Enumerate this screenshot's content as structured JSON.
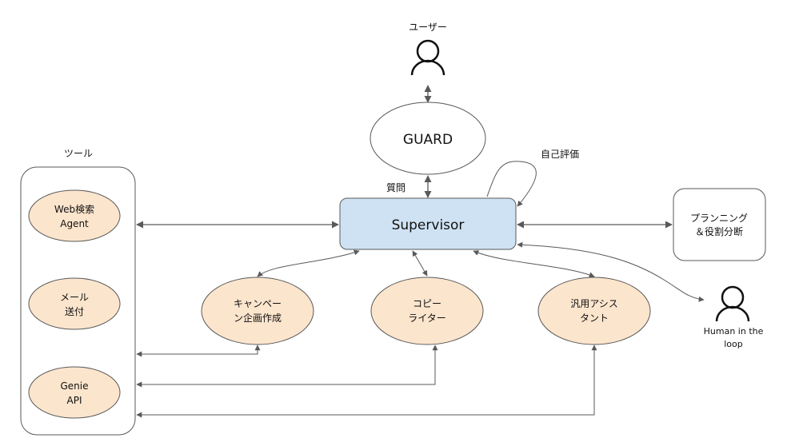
{
  "nodes": {
    "user": {
      "label": "ユーザー",
      "icon": "person-icon"
    },
    "guard": {
      "label": "GUARD"
    },
    "supervisor": {
      "label": "Supervisor",
      "fill": "#cfe2f3"
    },
    "planning": {
      "line1": "プランニング",
      "line2": "＆役割分断"
    },
    "human_loop": {
      "line1": "Human in the",
      "line2": "loop",
      "icon": "person-icon"
    },
    "tools_group": {
      "title": "ツール"
    },
    "web_search": {
      "line1": "Web検索",
      "line2": "Agent"
    },
    "mail": {
      "line1": "メール",
      "line2": "送付"
    },
    "genie": {
      "line1": "Genie",
      "line2": "API"
    },
    "campaign": {
      "line1": "キャンペー",
      "line2": "ン企画作成"
    },
    "copywriter": {
      "line1": "コピー",
      "line2": "ライター"
    },
    "assistant": {
      "line1": "汎用アシス",
      "line2": "タント"
    }
  },
  "edge_labels": {
    "question": "質問",
    "self_eval": "自己評価"
  },
  "colors": {
    "agent_fill": "#fce5cd",
    "supervisor_fill": "#cfe2f3",
    "stroke": "#595959"
  }
}
